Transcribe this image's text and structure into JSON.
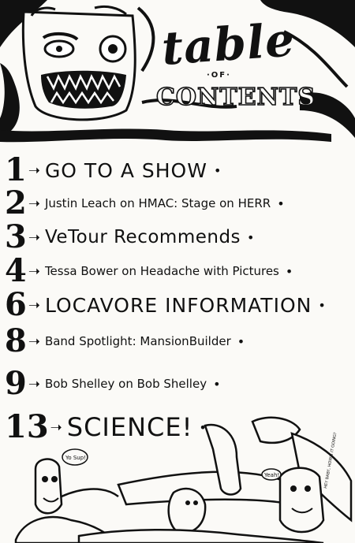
{
  "header": {
    "title_word": "table",
    "of": "·OF·",
    "contents": "CONTENTS"
  },
  "contents": [
    {
      "page": "1",
      "title": "GO TO A SHOW"
    },
    {
      "page": "2",
      "title": "Justin Leach on HMAC: Stage on HERR"
    },
    {
      "page": "3",
      "title": "VeTour Recommends"
    },
    {
      "page": "4",
      "title": "Tessa Bower on Headache with Pictures"
    },
    {
      "page": "6",
      "title": "LOCAVORE INFORMATION"
    },
    {
      "page": "8",
      "title": "Band Spotlight: MansionBuilder"
    },
    {
      "page": "9",
      "title": "Bob Shelley on Bob Shelley"
    },
    {
      "page": "13",
      "title": "SCIENCE!"
    }
  ],
  "speech": {
    "left_bubble": "Yo Sup!",
    "middle_bubble": "Yeah!",
    "right_bubble": "HEY BABY, HOW'S IT GOING?"
  }
}
